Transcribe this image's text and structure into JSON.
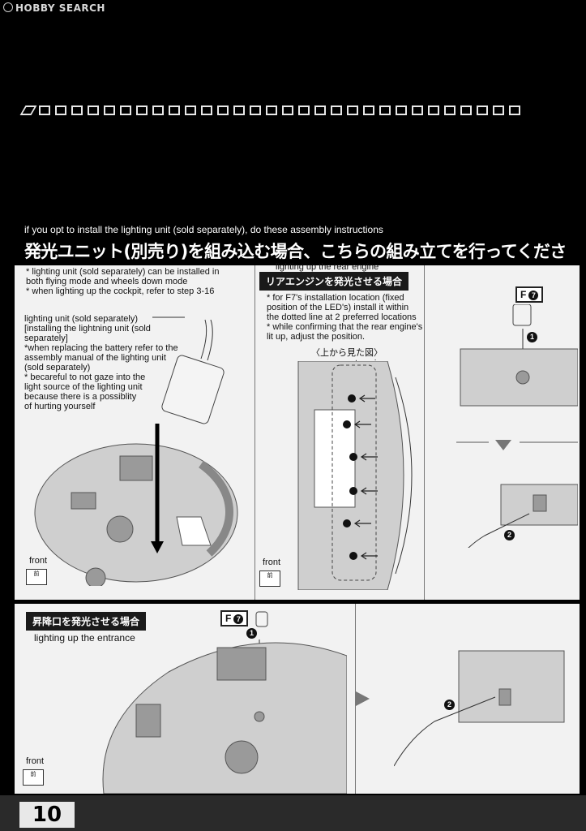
{
  "header": {
    "watermark": "HOBBY SEARCH",
    "intro": "if you opt to install the lighting unit (sold separately), do these assembly instructions",
    "title_jp": "発光ユニット(別売り)を組み込む場合、こちらの組み立てを行ってください。"
  },
  "left_section": {
    "notes": [
      "* lighting unit (sold separately) can be installed in",
      "both flying mode and wheels down mode",
      "* when lighting up the cockpit, refer to step 3-16"
    ],
    "callout": [
      "lighting unit (sold separately)",
      "[installing the lightning unit (sold",
      "separately]",
      "*when replacing the battery refer to the",
      "assembly manual of the lighting unit",
      "(sold separately)",
      "* becareful to not gaze into the",
      "light source of the lighting unit",
      " because there is a possiblity",
      "of hurting yourself"
    ],
    "front_label": "front",
    "front_icon": "前"
  },
  "middle_section": {
    "top_caption": "lighting up the rear engine",
    "label_jp": "リアエンジンを発光させる場合",
    "notes": [
      "* for F7's installation location (fixed",
      "position of the LED's) install it within",
      "the dotted line at 2 preferred locations",
      "* while confirming that the rear engine's",
      "lit up, adjust the position."
    ],
    "view_jp": "〈上から見た図〉",
    "view_en": "top view",
    "front_label": "front",
    "front_icon": "前"
  },
  "right_section": {
    "part_letter": "F",
    "part_number": "7",
    "step1": "1",
    "step2": "2"
  },
  "bottom_section": {
    "label_jp": "昇降口を発光させる場合",
    "caption": "lighting up the entrance",
    "part_letter": "F",
    "part_number": "7",
    "step1": "1",
    "step2": "2",
    "front_label": "front",
    "front_icon": "前"
  },
  "page_number": "10"
}
